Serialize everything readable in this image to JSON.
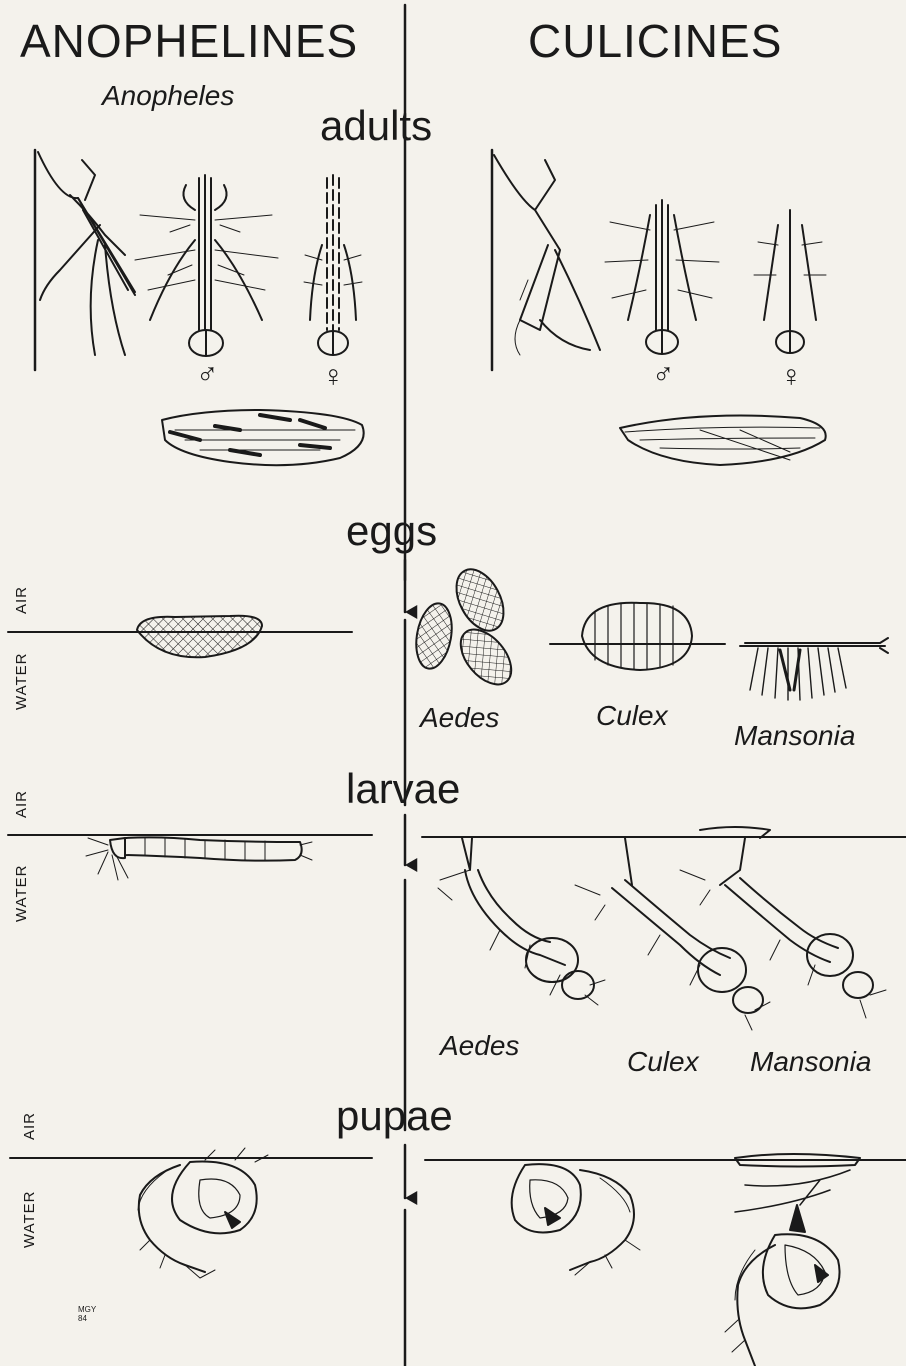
{
  "columns": {
    "left": "ANOPHELINES",
    "right": "CULICINES"
  },
  "left_genus": "Anopheles",
  "stages": {
    "adults": "adults",
    "eggs": "eggs",
    "larvae": "larvae",
    "pupae": "pupae"
  },
  "media": {
    "air": "AIR",
    "water": "WATER"
  },
  "sex": {
    "male": "♂",
    "female": "♀"
  },
  "genera_eggs": [
    "Aedes",
    "Culex",
    "Mansonia"
  ],
  "genera_larvae": [
    "Aedes",
    "Culex",
    "Mansonia"
  ],
  "signature": [
    "MGY",
    "84"
  ],
  "colors": {
    "ink": "#1a1a1a",
    "paper": "#f4f2ec"
  }
}
